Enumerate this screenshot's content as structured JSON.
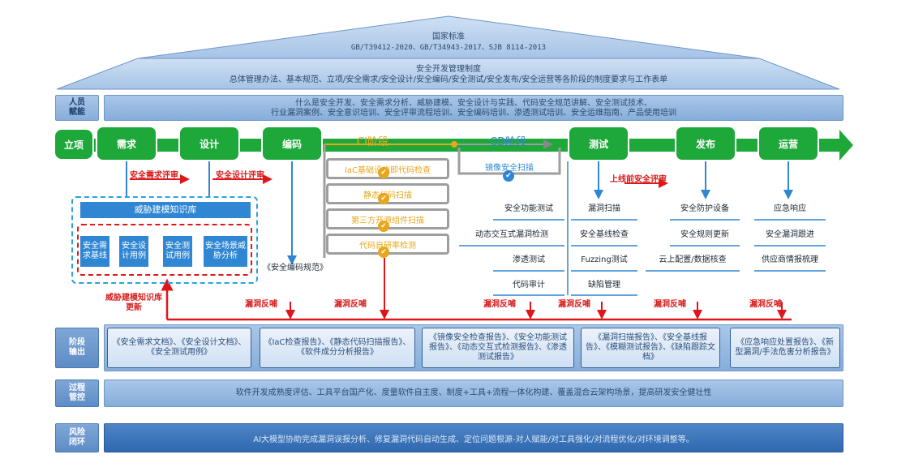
{
  "roof": {
    "top_title": "国家标准",
    "top_subtitle": "GB/T39412-2020、GB/T34943-2017、SJB 8114-2013",
    "mid_title": "安全开发管理制度",
    "mid_subtitle": "总体管理办法、基本规范、立项/安全需求/安全设计/安全编码/安全测试/安全发布/安全运营等各阶段的制度要求与工作表单"
  },
  "personnel": {
    "label": "人员\n赋能",
    "line1": "什么是安全开发、安全需求分析、威胁建模、安全设计与实践、代码安全规范讲解、安全测试技术、",
    "line2": "行业漏洞案例、安全意识培训、安全评审流程培训、安全编码培训、渗透测试培训、安全运维指南、产品使用培训"
  },
  "phases": [
    "立项",
    "需求",
    "设计",
    "编码",
    "测试",
    "发布",
    "运营"
  ],
  "ci": {
    "title": "CI阶段",
    "items": [
      "IaC基础设施即代码检查",
      "静态代码扫描",
      "第三方开源组件扫描",
      "代码自研率检测"
    ]
  },
  "cd": {
    "title": "CD阶段",
    "items": [
      "镜像安全扫描"
    ]
  },
  "reviews": {
    "requirement": "安全需求评审",
    "design": "安全设计评审",
    "prelaunch": "上线前安全评审"
  },
  "threat_kb": {
    "title": "威胁建模知识库",
    "items": [
      "安全需\n求基线",
      "安全设\n计用例",
      "安全测\n试用例",
      "安全场景威\n胁分析"
    ],
    "update_label": "威胁建模知识库\n更新"
  },
  "coding_spec": "《安全编码规范》",
  "cd_tests": [
    "安全功能测试",
    "动态交互式漏洞检测",
    "渗透测试",
    "代码审计"
  ],
  "test_items": [
    "漏洞扫描",
    "安全基线检查",
    "Fuzzing测试",
    "缺陷管理"
  ],
  "release_items": [
    "安全防护设备",
    "安全规则更新",
    "云上配置/数据核查"
  ],
  "ops_items": [
    "应急响应",
    "安全漏洞跟进",
    "供应商情报梳理"
  ],
  "feedback_label": "漏洞反哺",
  "outputs": {
    "label": "阶段\n输出",
    "boxes": [
      "《安全需求文档》、《安全设计文档》、《安全测试用例》",
      "《IaC检查报告》、《静态代码扫描报告》、《软件成分分析报告》",
      "《镜像安全检查报告》、《安全功能测试报告》、《动态交互式检测报告》、《渗透测试报告》",
      "《漏洞扫描报告》、《安全基线报告》、《模糊测试报告》、《缺陷跟踪文档》",
      "《应急响应处置报告》、《新型漏洞/手法危害分析报告》"
    ]
  },
  "process": {
    "label": "过程\n管控",
    "text": "软件开发成熟度评估、工具平台国产化、度量软件自主度、制度+工具+流程一体化构建、覆盖混合云架构场景，提高研发安全健壮性"
  },
  "risk": {
    "label": "风险\n闭环",
    "text": "AI大模型协助完成漏洞误报分析、修复漏洞代码自动生成、定位问题根源-对人赋能/对工具强化/对流程优化/对环境调整等。"
  },
  "colors": {
    "phase_green": "#1ea83a",
    "accent_blue": "#2f86d3",
    "feedback_red": "#e0161b",
    "ci_yellow": "#e7a71d"
  }
}
